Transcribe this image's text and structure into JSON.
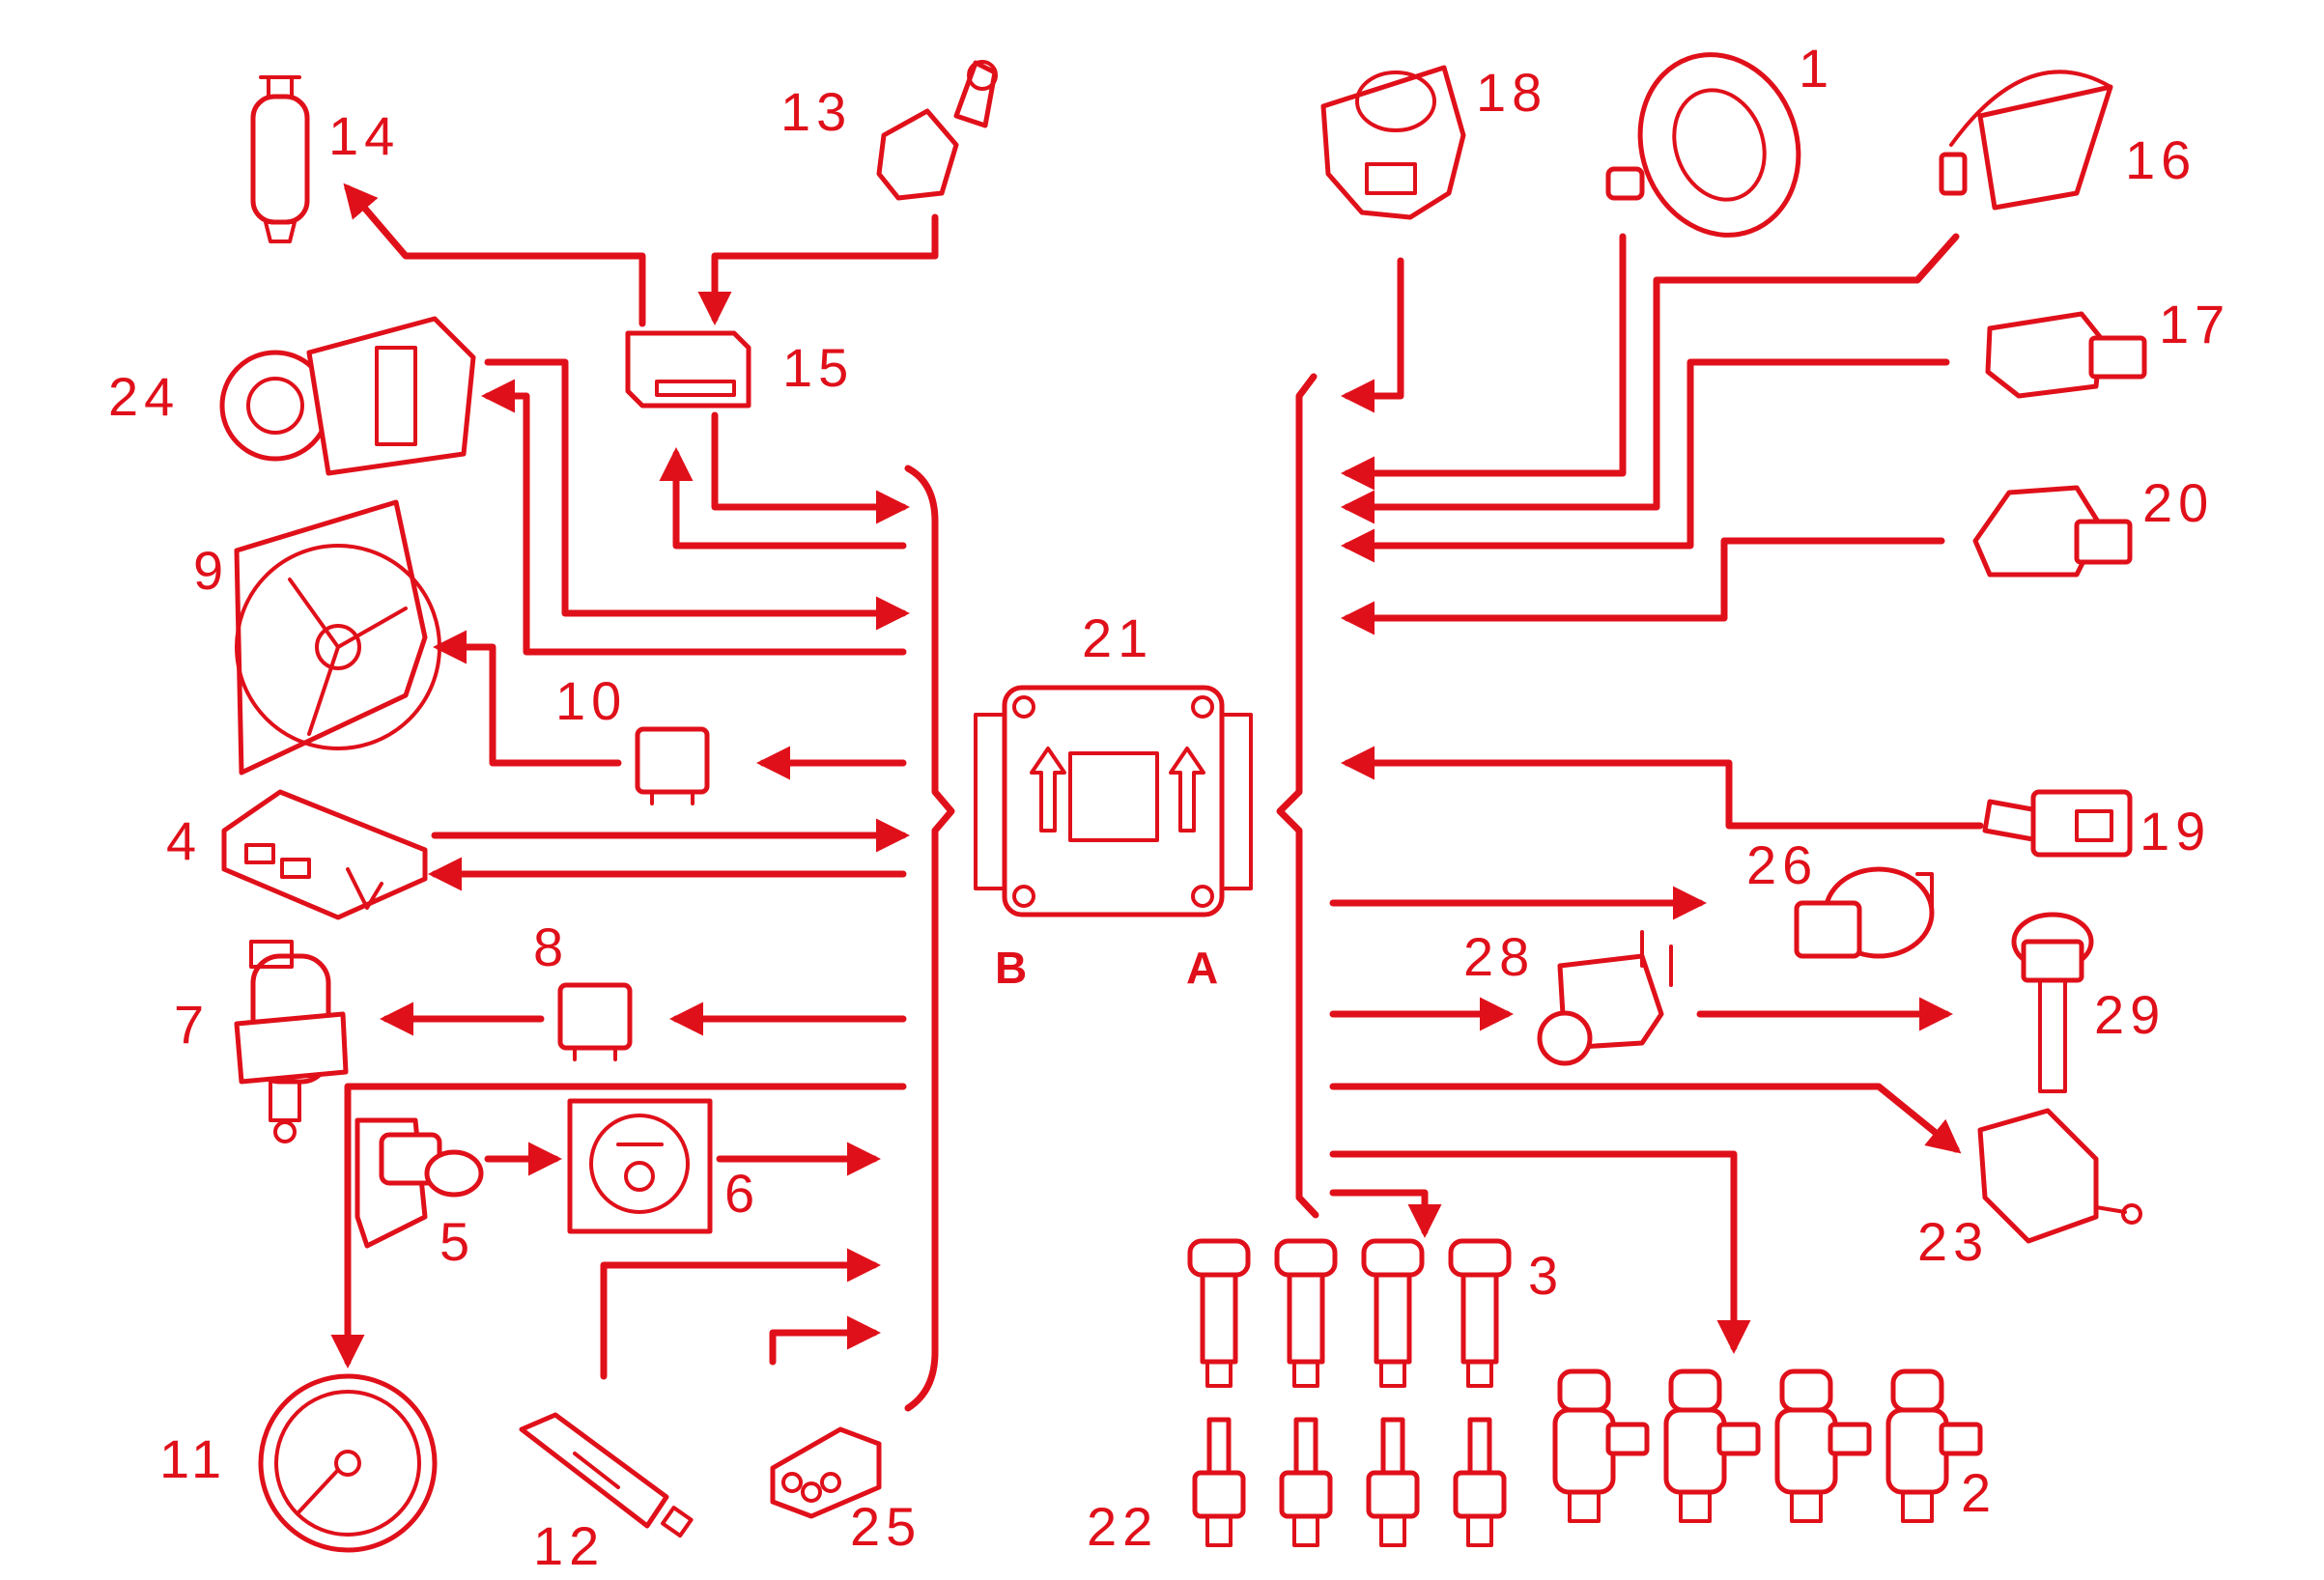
{
  "ecu": {
    "number": "21",
    "connector_left": "B",
    "connector_right": "A"
  },
  "components": {
    "c1": "1",
    "c2": "2",
    "c3": "3",
    "c4": "4",
    "c5": "5",
    "c6": "6",
    "c7": "7",
    "c8": "8",
    "c9": "9",
    "c10": "10",
    "c11": "11",
    "c12": "12",
    "c13": "13",
    "c14": "14",
    "c15": "15",
    "c16": "16",
    "c17": "17",
    "c18": "18",
    "c19": "19",
    "c20": "20",
    "c22": "22",
    "c23": "23",
    "c24": "24",
    "c25": "25",
    "c26": "26",
    "c28": "28",
    "c29": "29"
  },
  "colors": {
    "line": "#e0101a",
    "background": "#ffffff"
  }
}
